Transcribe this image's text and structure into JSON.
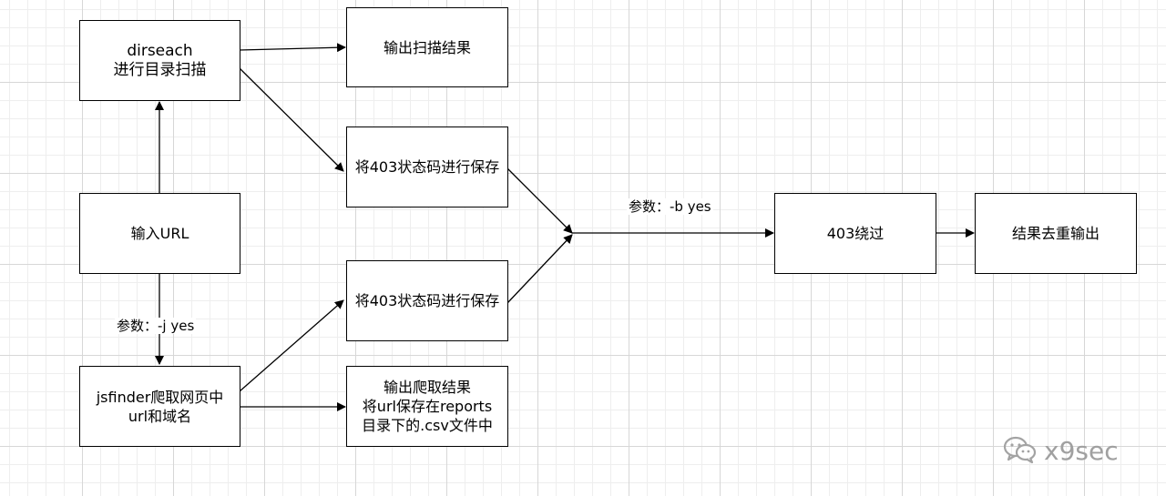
{
  "diagram": {
    "nodes": {
      "dirsearch": "dirseach\n进行目录扫描",
      "output_scan": "输出扫描结果",
      "save_403_top": "将403状态码进行保存",
      "input_url": "输入URL",
      "save_403_bottom": "将403状态码进行保存",
      "jsfinder": "jsfinder爬取网页中\nurl和域名",
      "output_crawl": "输出爬取结果\n将url保存在reports\n目录下的.csv文件中",
      "bypass_403": "403绕过",
      "dedupe_output": "结果去重输出"
    },
    "edge_labels": {
      "param_j": "参数：-j yes",
      "param_b": "参数：-b yes"
    }
  },
  "watermark": {
    "text": "x9sec",
    "icon": "wechat-icon"
  }
}
